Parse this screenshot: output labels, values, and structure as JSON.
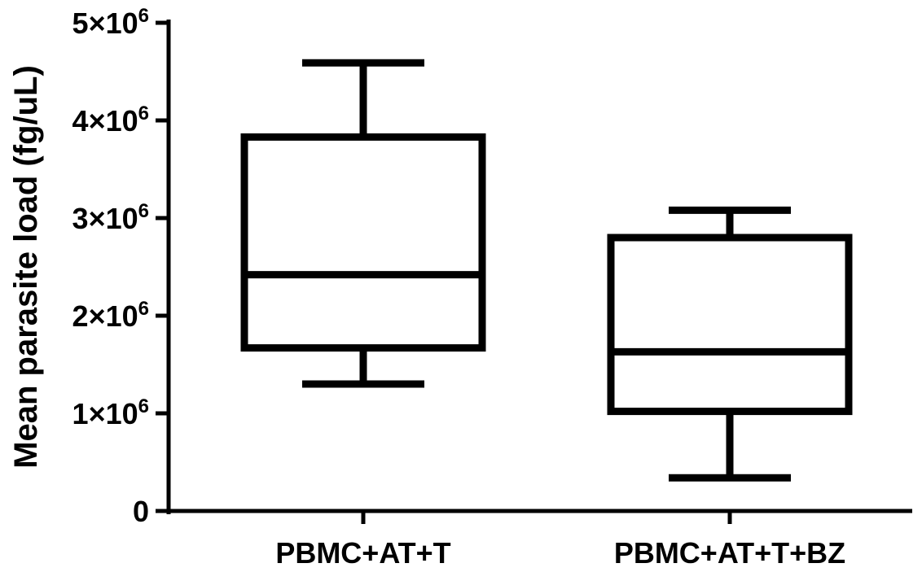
{
  "chart_data": {
    "type": "box",
    "title": "",
    "xlabel": "",
    "ylabel": "Mean parasite load (fg/uL)",
    "ylim": [
      0,
      5000000
    ],
    "y_ticks": [
      {
        "value": 0,
        "mantissa": "0",
        "exp": ""
      },
      {
        "value": 1000000,
        "mantissa": "1×10",
        "exp": "6"
      },
      {
        "value": 2000000,
        "mantissa": "2×10",
        "exp": "6"
      },
      {
        "value": 3000000,
        "mantissa": "3×10",
        "exp": "6"
      },
      {
        "value": 4000000,
        "mantissa": "4×10",
        "exp": "6"
      },
      {
        "value": 5000000,
        "mantissa": "5×10",
        "exp": "6"
      }
    ],
    "categories": [
      "PBMC+AT+T",
      "PBMC+AT+T+BZ"
    ],
    "boxes": [
      {
        "category": "PBMC+AT+T",
        "min": 1300000,
        "q1": 1670000,
        "median": 2420000,
        "q3": 3830000,
        "max": 4590000
      },
      {
        "category": "PBMC+AT+T+BZ",
        "min": 340000,
        "q1": 1020000,
        "median": 1630000,
        "q3": 2800000,
        "max": 3080000
      }
    ],
    "grid": false,
    "legend": "none",
    "color": "#000000"
  }
}
